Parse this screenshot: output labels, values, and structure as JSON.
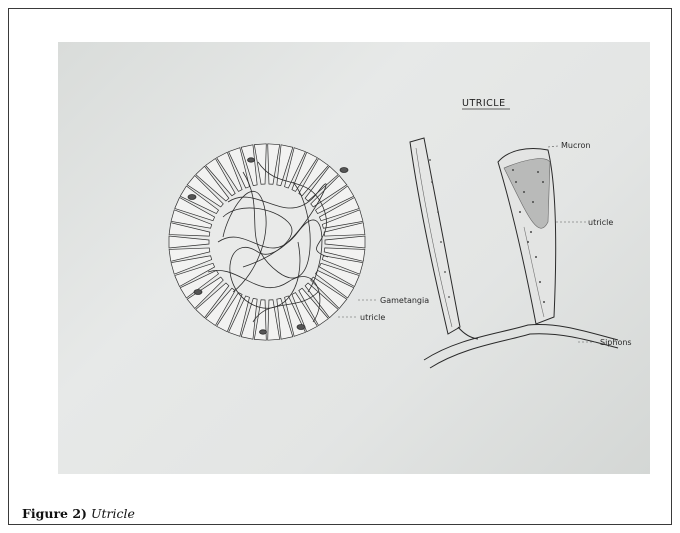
{
  "figure": {
    "caption_label": "Figure 2)",
    "caption_text": "Utricle",
    "drawing": {
      "heading": "UTRICLE",
      "labels": {
        "mucron": "Mucron",
        "utricle_right": "utricle",
        "gametangia": "Gametangia",
        "utricle_left": "utricle",
        "siphons": "Siphons"
      }
    }
  }
}
